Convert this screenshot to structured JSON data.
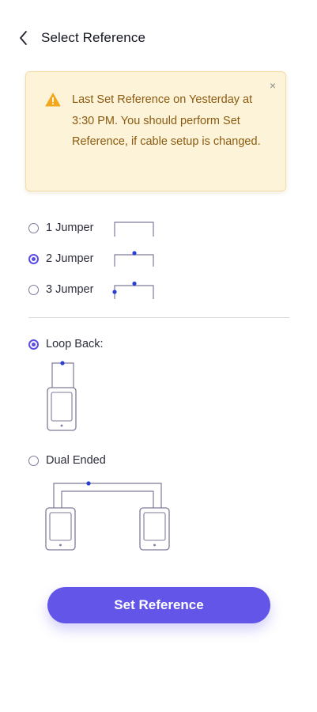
{
  "header": {
    "title": "Select Reference"
  },
  "banner": {
    "message": "Last Set Reference on Yesterday at 3:30 PM. You should perform Set Reference, if cable setup is changed.",
    "close_glyph": "×"
  },
  "jumper_options": [
    {
      "label": "1 Jumper",
      "selected": false
    },
    {
      "label": "2 Jumper",
      "selected": true
    },
    {
      "label": "3 Jumper",
      "selected": false
    }
  ],
  "mode_options": [
    {
      "label": "Loop Back:",
      "selected": true
    },
    {
      "label": "Dual Ended",
      "selected": false
    }
  ],
  "action": {
    "set_reference_label": "Set Reference"
  },
  "colors": {
    "accent": "#6255e8",
    "banner_bg": "#fdf3d8",
    "warning": "#f2a81d",
    "line": "#7f7a99",
    "dot": "#2a3fd1"
  }
}
